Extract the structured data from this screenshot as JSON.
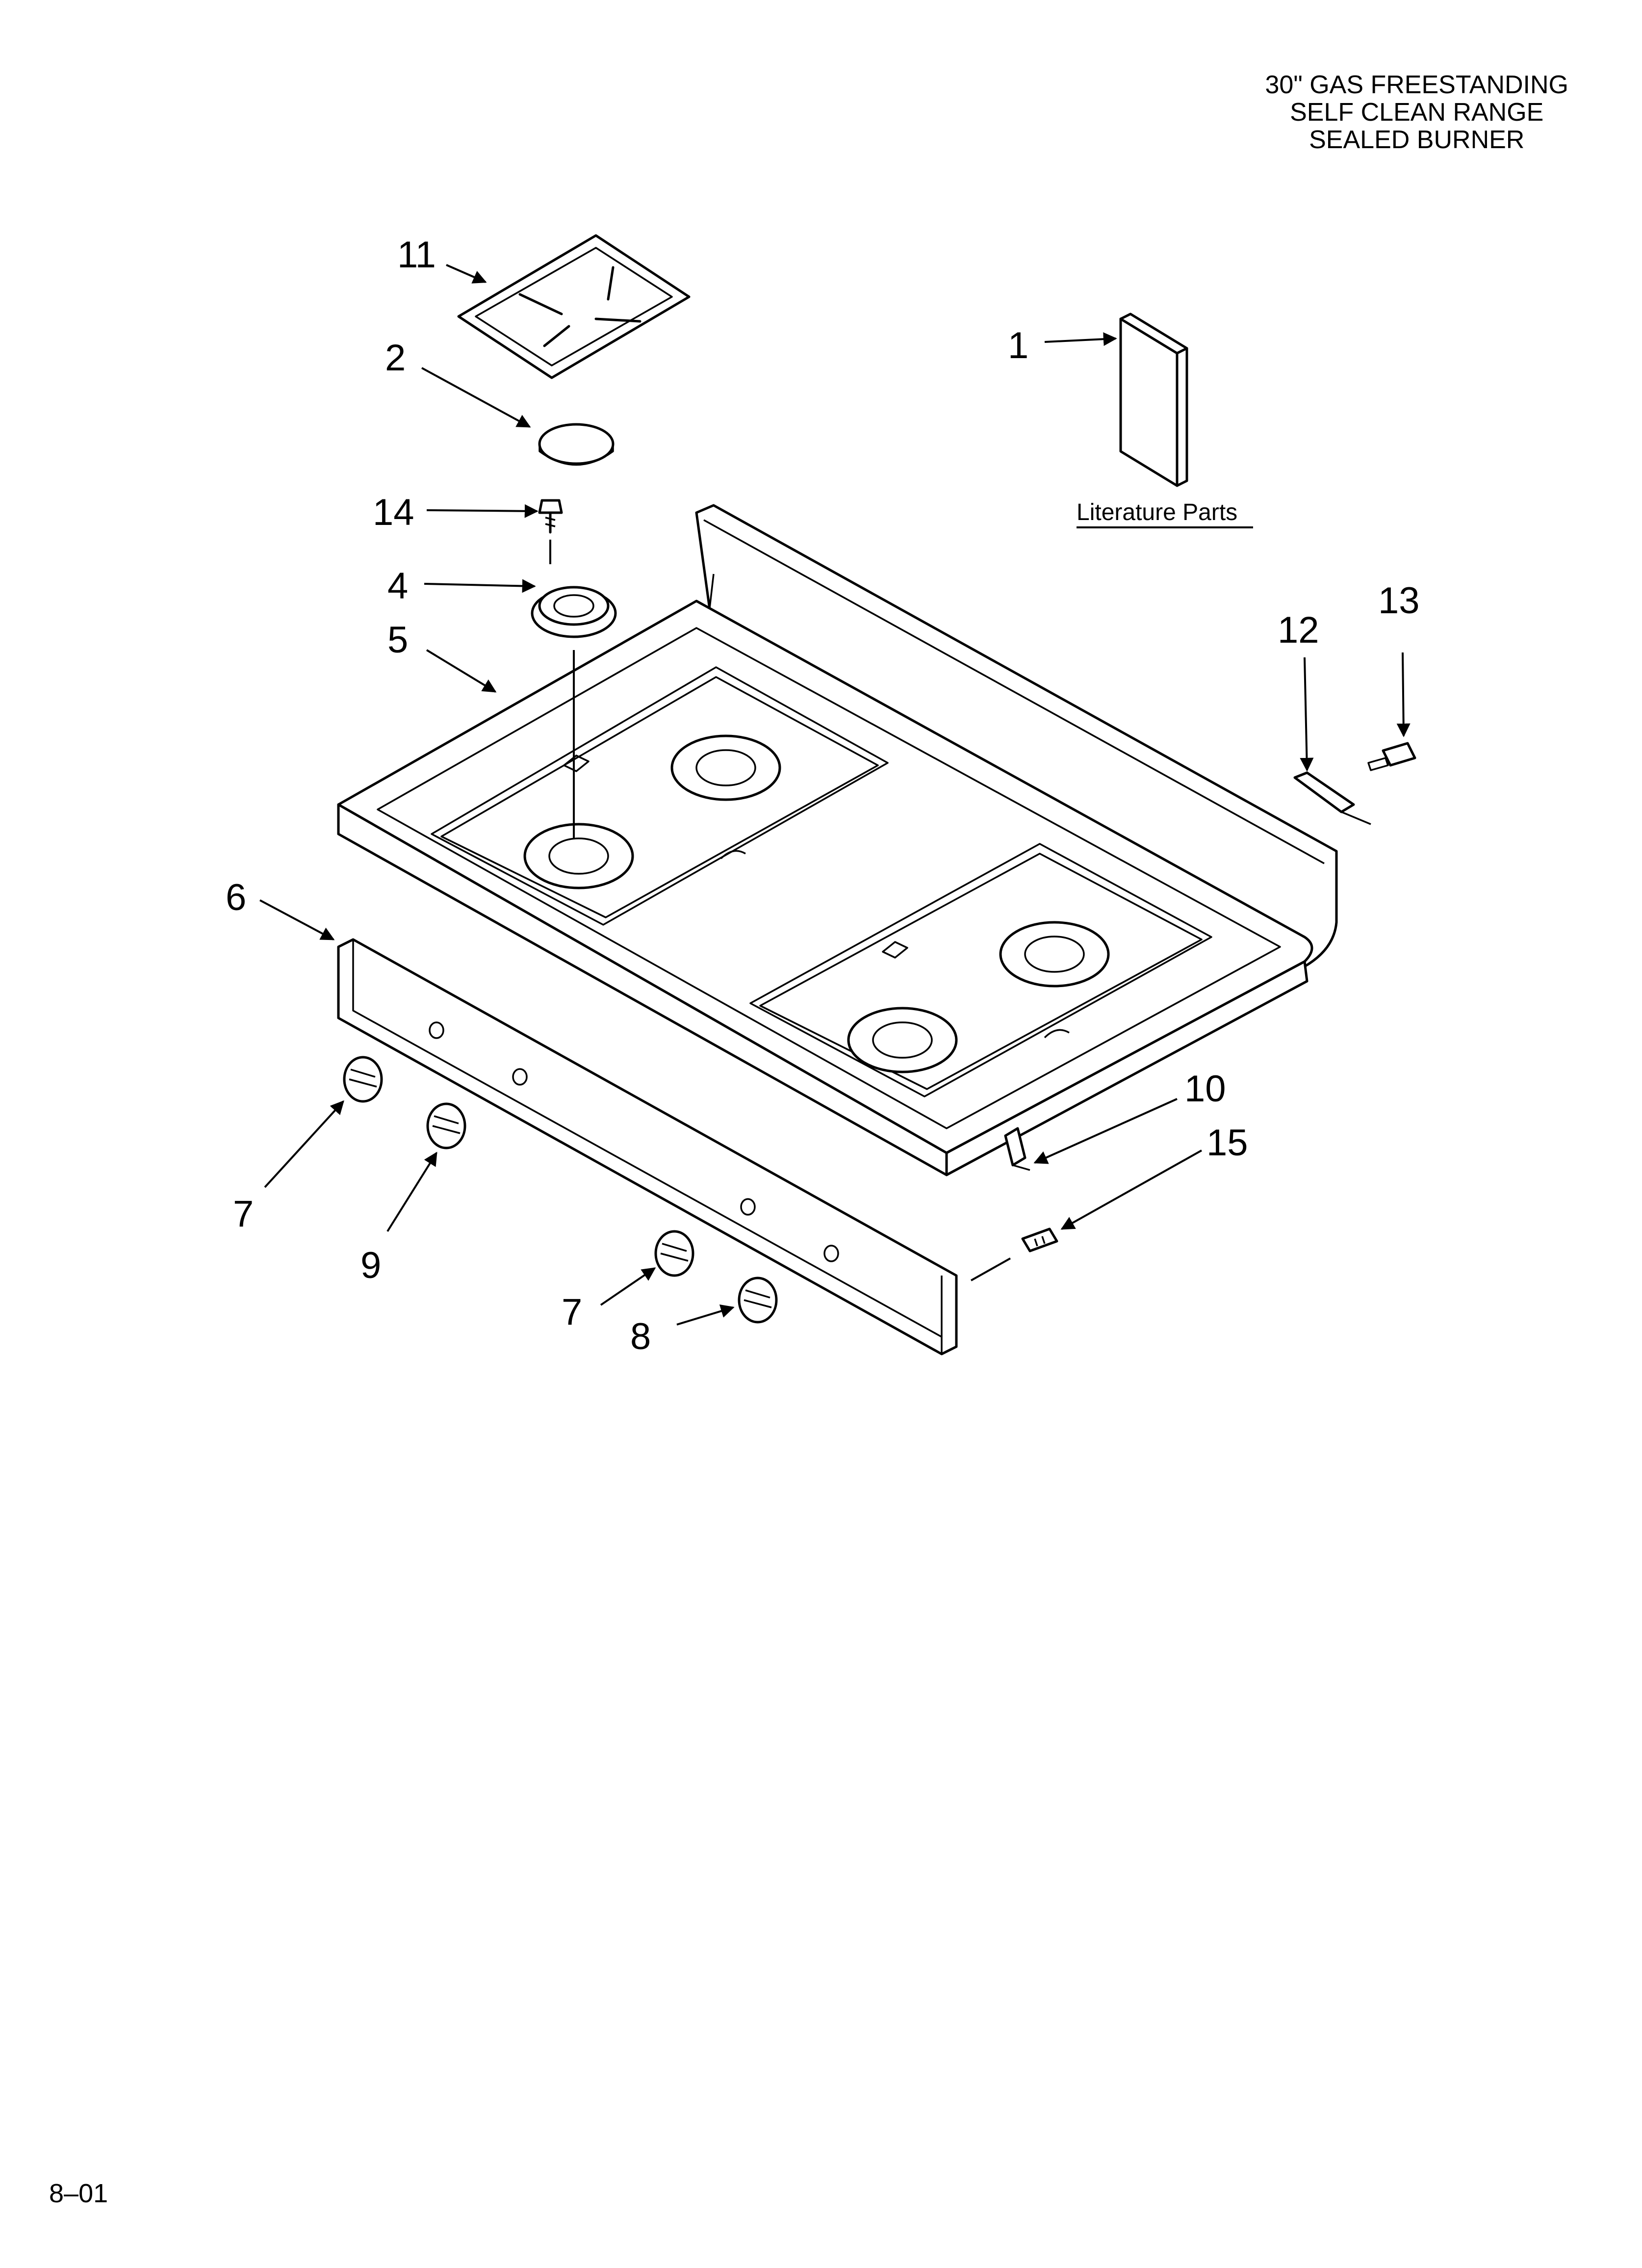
{
  "title": {
    "line1": "30\" GAS FREESTANDING",
    "line2": "SELF CLEAN RANGE",
    "line3": "SEALED BURNER"
  },
  "literature_caption": "Literature Parts",
  "footer_code": "8–01",
  "callouts": {
    "c1": "1",
    "c2": "2",
    "c4": "4",
    "c5": "5",
    "c6": "6",
    "c7a": "7",
    "c7b": "7",
    "c8": "8",
    "c9": "9",
    "c10": "10",
    "c11": "11",
    "c12": "12",
    "c13": "13",
    "c14": "14",
    "c15": "15"
  }
}
